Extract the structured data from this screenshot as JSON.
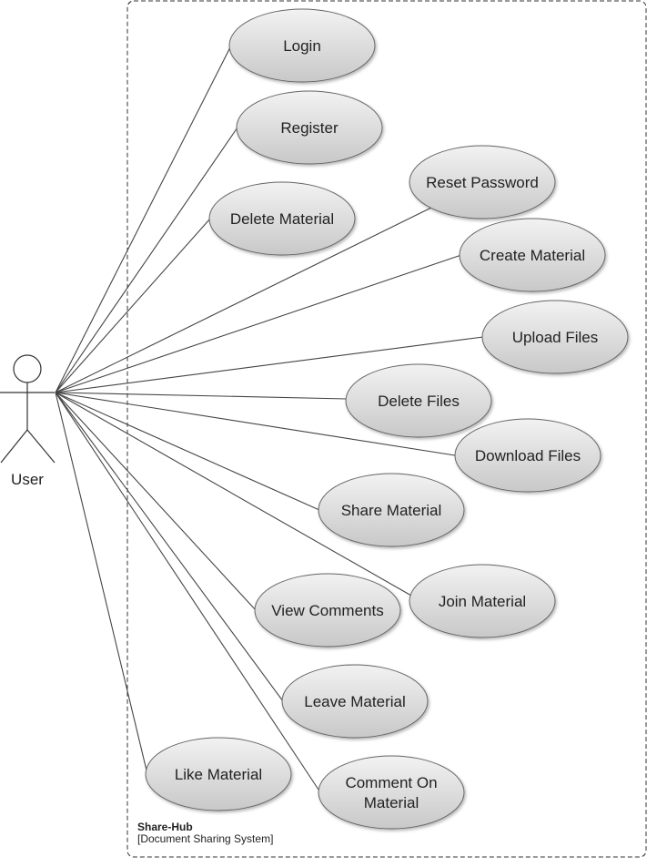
{
  "colors": {
    "ellipse_fill_top": "#f2f2f2",
    "ellipse_fill_bottom": "#c8c8c8",
    "ellipse_stroke": "#666666",
    "line": "#444444",
    "boundary": "#333333"
  },
  "actor": {
    "name": "User"
  },
  "system": {
    "name": "Share-Hub",
    "subtitle": "[Document Sharing System]"
  },
  "use_cases": [
    {
      "id": "login",
      "label": [
        "Login"
      ]
    },
    {
      "id": "register",
      "label": [
        "Register"
      ]
    },
    {
      "id": "delete-material",
      "label": [
        "Delete Material"
      ]
    },
    {
      "id": "reset-password",
      "label": [
        "Reset Password"
      ]
    },
    {
      "id": "create-material",
      "label": [
        "Create Material"
      ]
    },
    {
      "id": "upload-files",
      "label": [
        "Upload Files"
      ]
    },
    {
      "id": "delete-files",
      "label": [
        "Delete Files"
      ]
    },
    {
      "id": "download-files",
      "label": [
        "Download Files"
      ]
    },
    {
      "id": "share-material",
      "label": [
        "Share Material"
      ]
    },
    {
      "id": "view-comments",
      "label": [
        "View Comments"
      ]
    },
    {
      "id": "join-material",
      "label": [
        "Join Material"
      ]
    },
    {
      "id": "leave-material",
      "label": [
        "Leave Material"
      ]
    },
    {
      "id": "like-material",
      "label": [
        "Like Material"
      ]
    },
    {
      "id": "comment-on-material",
      "label": [
        "Comment On",
        "Material"
      ]
    }
  ]
}
